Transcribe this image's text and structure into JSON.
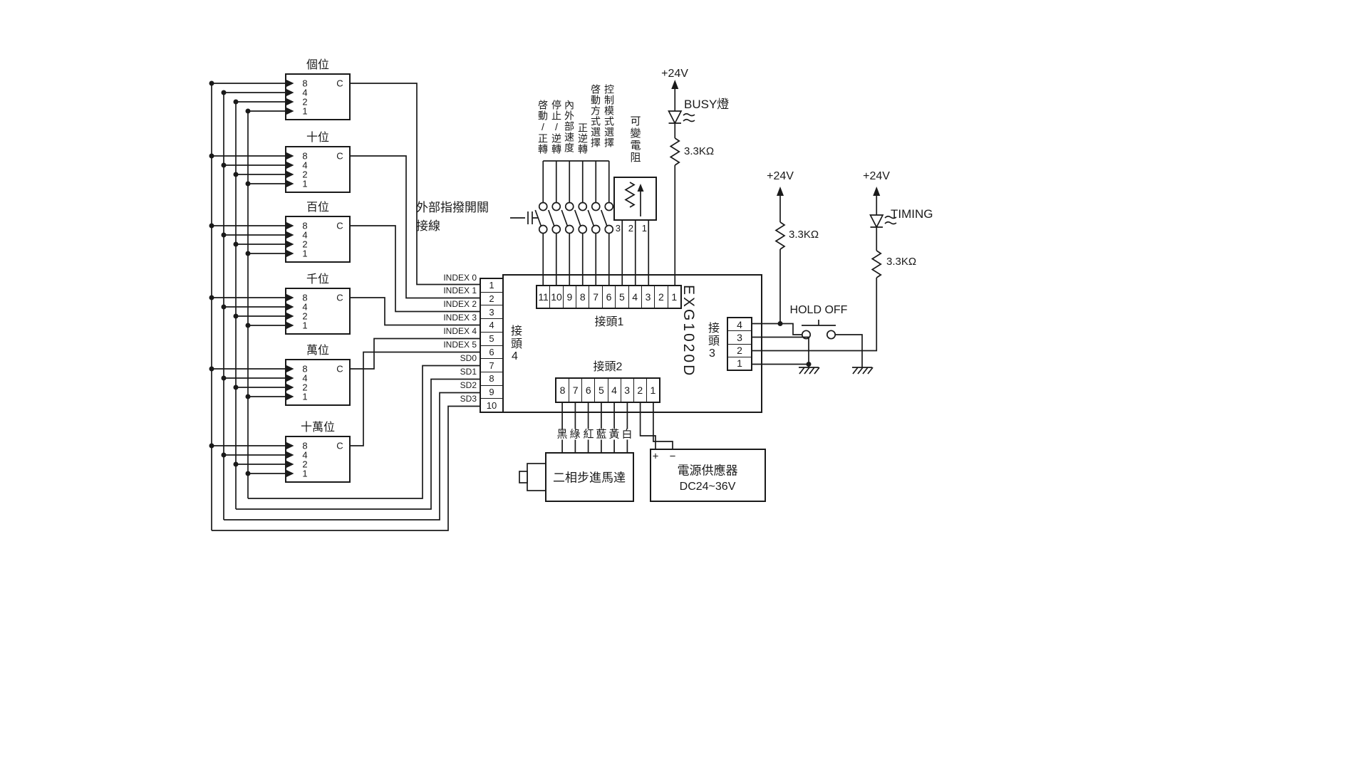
{
  "thumbwheel": {
    "pin_labels": [
      "8",
      "4",
      "2",
      "1"
    ],
    "common": "C",
    "digits": [
      "個位",
      "十位",
      "百位",
      "千位",
      "萬位",
      "十萬位"
    ]
  },
  "note": {
    "line1": "外部指撥開關",
    "line2": "接線"
  },
  "connector4": {
    "label": "接頭4",
    "pins": [
      "1",
      "2",
      "3",
      "4",
      "5",
      "6",
      "7",
      "8",
      "9",
      "10"
    ],
    "signals": [
      "INDEX 0",
      "INDEX 1",
      "INDEX 2",
      "INDEX 3",
      "INDEX 4",
      "INDEX 5",
      "SD0",
      "SD1",
      "SD2",
      "SD3"
    ]
  },
  "controller": {
    "model": "EXG1020D"
  },
  "connector1": {
    "label": "接頭1",
    "pins": [
      "11",
      "10",
      "9",
      "8",
      "7",
      "6",
      "5",
      "4",
      "3",
      "2",
      "1"
    ],
    "functions": [
      "啓動/正轉",
      "停止/逆轉",
      "內外部速度",
      "正逆轉",
      "啓動方式選擇",
      "控制模式選擇"
    ]
  },
  "vr": {
    "label": "可變電阻",
    "pins": [
      "3",
      "2",
      "1"
    ]
  },
  "busy": {
    "supply": "+24V",
    "label": "BUSY燈",
    "resistor": "3.3KΩ"
  },
  "connector2": {
    "label": "接頭2",
    "pins": [
      "8",
      "7",
      "6",
      "5",
      "4",
      "3",
      "2",
      "1"
    ],
    "wire_colors": [
      "黑",
      "綠",
      "紅",
      "藍",
      "黃",
      "白"
    ]
  },
  "motor": {
    "label": "二相步進馬達"
  },
  "psu": {
    "plus": "+",
    "minus": "−",
    "name": "電源供應器",
    "rating": "DC24~36V"
  },
  "connector3": {
    "label": "接頭3",
    "pins": [
      "4",
      "3",
      "2",
      "1"
    ]
  },
  "holdoff": {
    "label": "HOLD OFF",
    "supply": "+24V",
    "resistor": "3.3KΩ"
  },
  "timing": {
    "label": "TIMING",
    "supply": "+24V",
    "resistor": "3.3KΩ"
  }
}
